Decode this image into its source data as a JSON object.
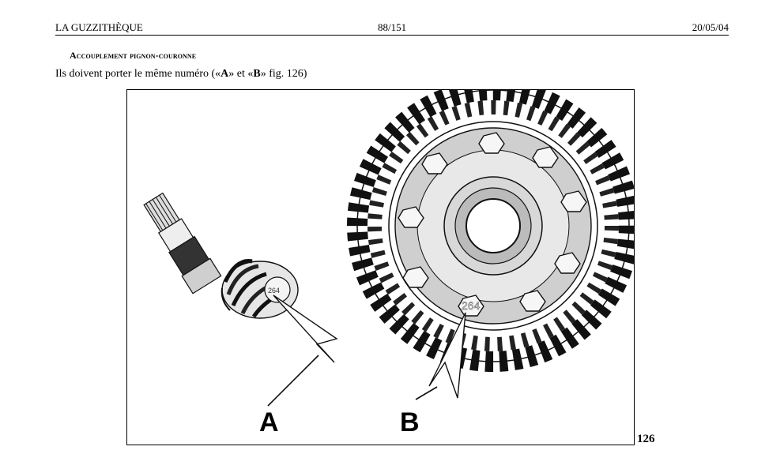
{
  "header": {
    "left": "LA GUZZITHÈQUE",
    "center": "88/151",
    "right": "20/05/04"
  },
  "section_title": "Accouplement pignon-couronne",
  "caption": {
    "before_a": "Ils doivent porter le même numéro («",
    "label_a": "A",
    "between": "» et «",
    "label_b": "B",
    "after": "» fig. 126)"
  },
  "figure": {
    "label_a": "A",
    "label_b": "B",
    "pinion_number": "264",
    "ring_number": "264",
    "number": "126"
  }
}
